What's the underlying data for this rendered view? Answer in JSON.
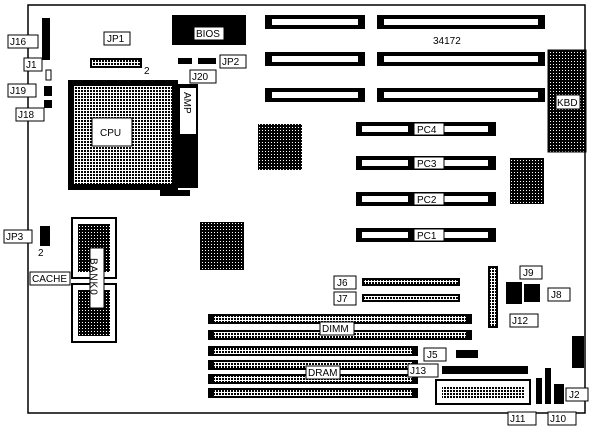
{
  "labels": {
    "bios": "BIOS",
    "board_number": "34172",
    "kbd": "KBD",
    "cpu": "CPU",
    "amp": "AMP",
    "cache": "CACHE",
    "bank0": "BANK0",
    "dimm": "DIMM",
    "dram": "DRAM",
    "pc1": "PC1",
    "pc2": "PC2",
    "pc3": "PC3",
    "pc4": "PC4",
    "j1": "J1",
    "j2": "J2",
    "j5": "J5",
    "j6": "J6",
    "j7": "J7",
    "j8": "J8",
    "j9": "J9",
    "j10": "J10",
    "j11": "J11",
    "j12": "J12",
    "j13": "J13",
    "j16": "J16",
    "j18": "J18",
    "j19": "J19",
    "j20": "J20",
    "jp1": "JP1",
    "jp2": "JP2",
    "jp3": "JP3",
    "pin_jp1": "2",
    "pin_jp3": "2"
  },
  "colors": {
    "ink": "#000000",
    "paper": "#ffffff"
  }
}
